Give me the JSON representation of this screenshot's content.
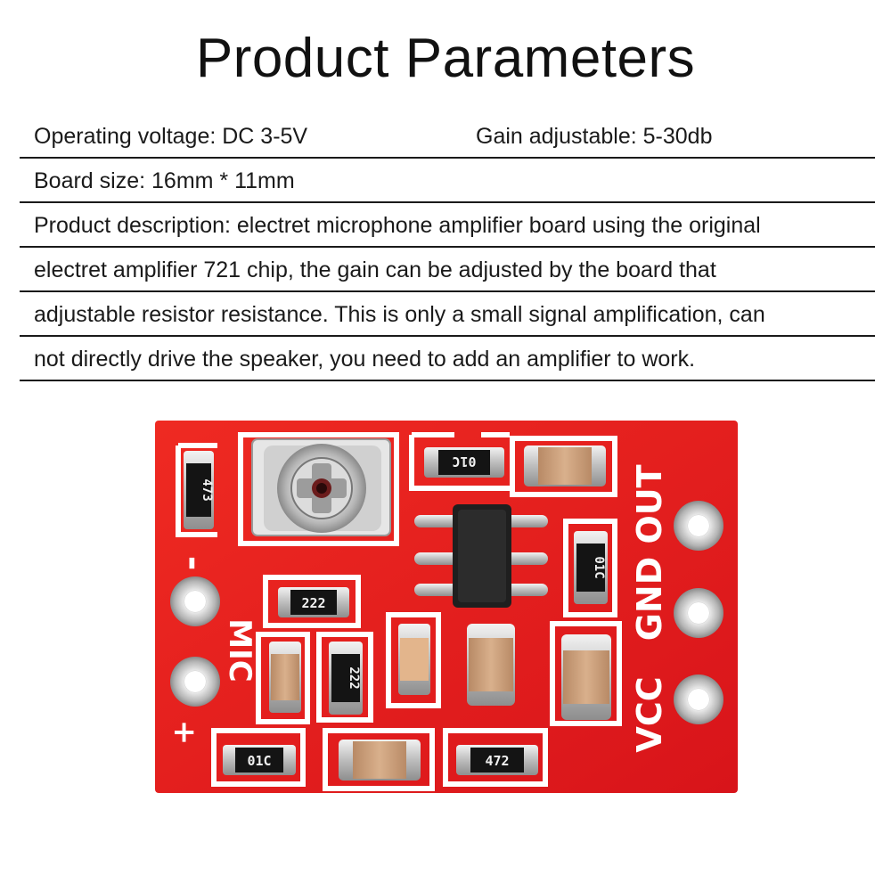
{
  "title": "Product Parameters",
  "params": [
    {
      "left": "Operating voltage: DC 3-5V",
      "right": "Gain adjustable: 5-30db"
    },
    {
      "left": "Board size: 16mm * 11mm",
      "right": ""
    },
    {
      "left": "Product description: electret microphone amplifier board using the original",
      "right": ""
    },
    {
      "left": "electret amplifier 721 chip, the gain can be adjusted by the board that",
      "right": ""
    },
    {
      "left": "adjustable resistor resistance. This is only a small signal amplification, can",
      "right": ""
    },
    {
      "left": "not directly drive the speaker, you need to add an amplifier to work.",
      "right": ""
    }
  ],
  "board": {
    "color": "#e8171d",
    "silk": {
      "out": "OUT",
      "gnd": "GND",
      "vcc": "VCC",
      "mic": "MIC",
      "minus": "-",
      "plus": "+"
    },
    "chips": {
      "r473": "473",
      "r222a": "222",
      "r222b": "222",
      "r01c_top": "01C",
      "r01c_right": "01C",
      "r01c_bottom": "01C",
      "r472": "472"
    }
  }
}
